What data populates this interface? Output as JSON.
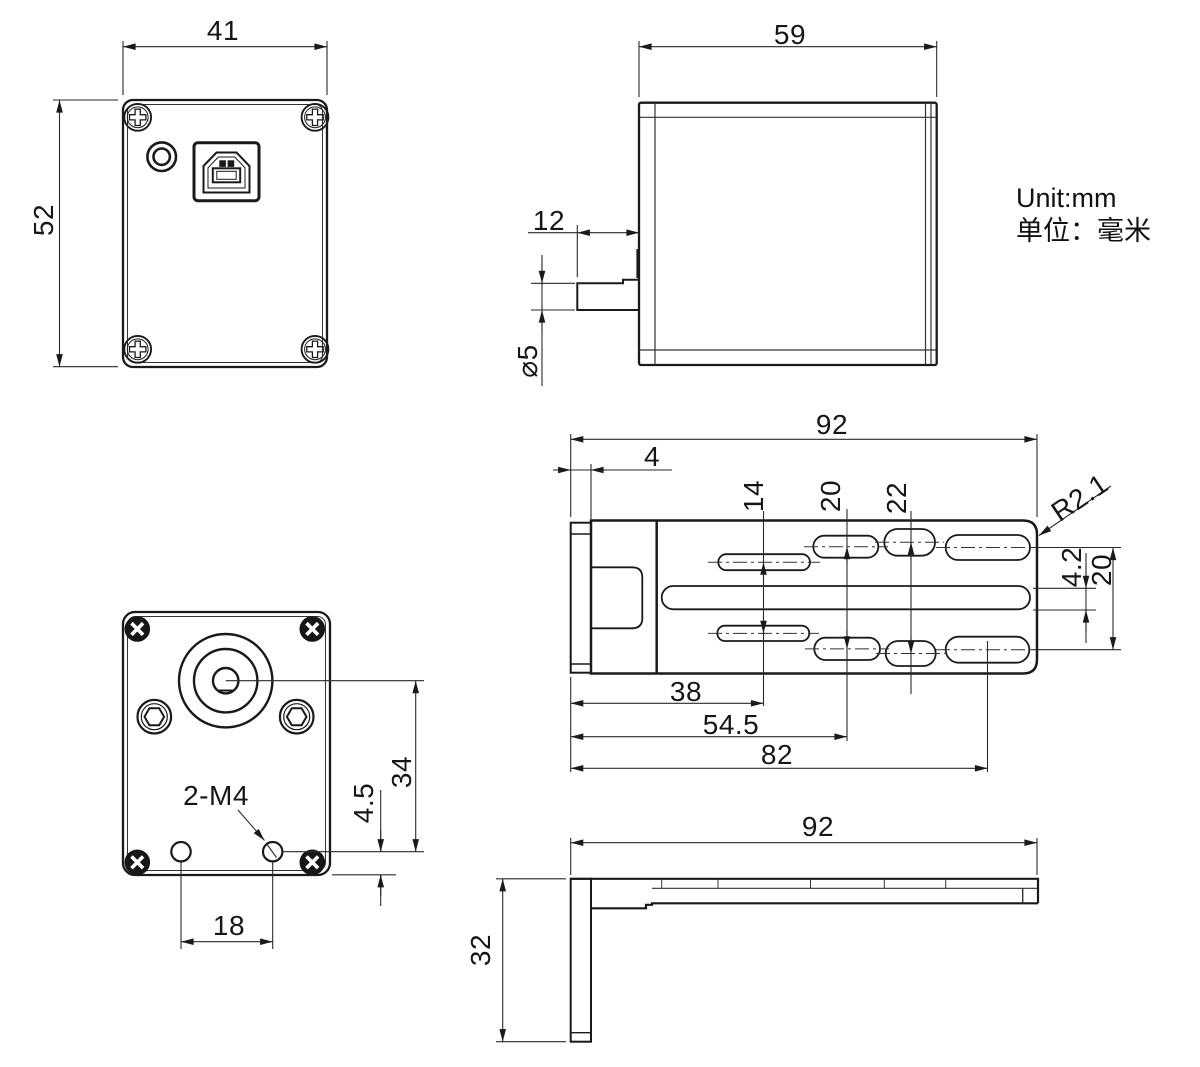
{
  "unit_note": {
    "en": "Unit:mm",
    "zh": "单位：毫米"
  },
  "front_view": {
    "width": "41",
    "height": "52"
  },
  "side_view": {
    "depth": "59",
    "pin_offset": "12",
    "pin_diameter": "⌀5"
  },
  "bracket_top_view": {
    "length": "92",
    "flange_width": "4",
    "slot_pair_gap_1": "14",
    "slot_pair_gap_2": "20",
    "slot_pair_gap_3": "22",
    "corner_radius": "R2.1",
    "center_slot_width": "4.2",
    "end_slot_gap": "20",
    "slot_center_1": "38",
    "slot_center_2": "54.5",
    "slot_center_3": "82"
  },
  "rear_view": {
    "thread_callout": "2-M4",
    "lens_to_holes": "34",
    "holes_to_edge": "4.5",
    "hole_spacing": "18"
  },
  "bracket_side_view": {
    "length": "92",
    "height": "32"
  }
}
